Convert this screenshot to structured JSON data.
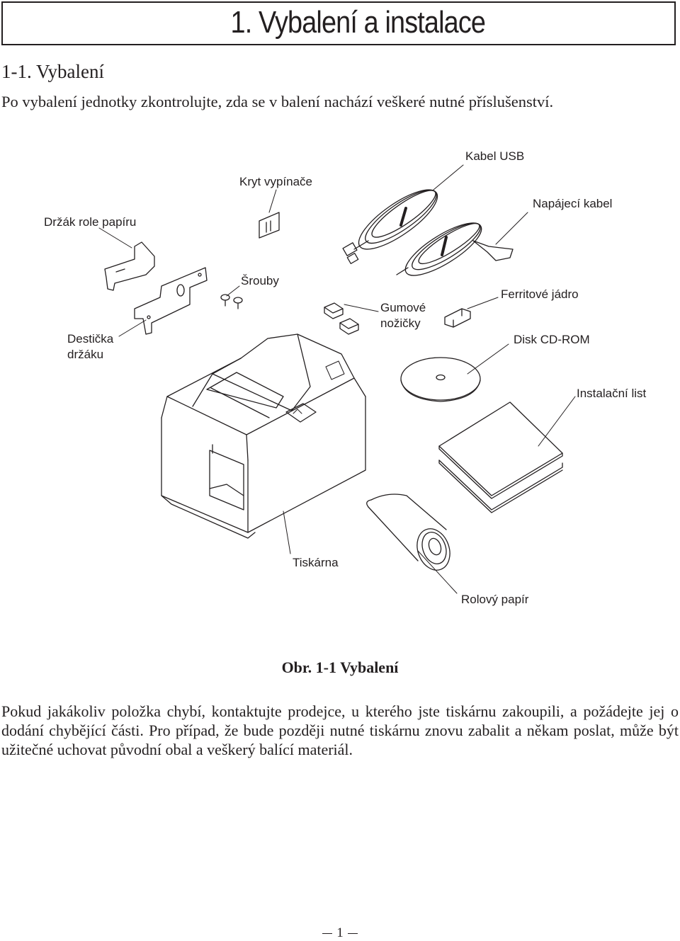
{
  "chapter_title": "1. Vybalení a instalace",
  "section_title": "1-1.  Vybalení",
  "intro": "Po vybalení jednotky zkontrolujte, zda se v balení nachází veškeré nutné příslušenství.",
  "figure": {
    "labels": {
      "usb_cable": "Kabel USB",
      "switch_cover": "Kryt vypínače",
      "power_cable": "Napájecí kabel",
      "paper_roll_holder": "Držák role papíru",
      "screws": "Šrouby",
      "ferrite_core": "Ferritové jádro",
      "rubber_feet_line1": "Gumové",
      "rubber_feet_line2": "nožičky",
      "holder_plate_line1": "Destička",
      "holder_plate_line2": "držáku",
      "cd_rom": "Disk CD-ROM",
      "installation_sheet": "Instalační list",
      "printer": "Tiskárna",
      "paper_roll": "Rolový papír"
    },
    "caption": "Obr. 1-1 Vybalení"
  },
  "paragraph": "Pokud jakákoliv položka chybí, kontaktujte prodejce, u kterého jste tiskárnu zakoupili, a požádejte jej o dodání chybějící části. Pro případ, že bude později nutné tiskárnu znovu zabalit a někam poslat, může být užitečné uchovat původní obal a veškerý balící materiál.",
  "page_number": "1"
}
